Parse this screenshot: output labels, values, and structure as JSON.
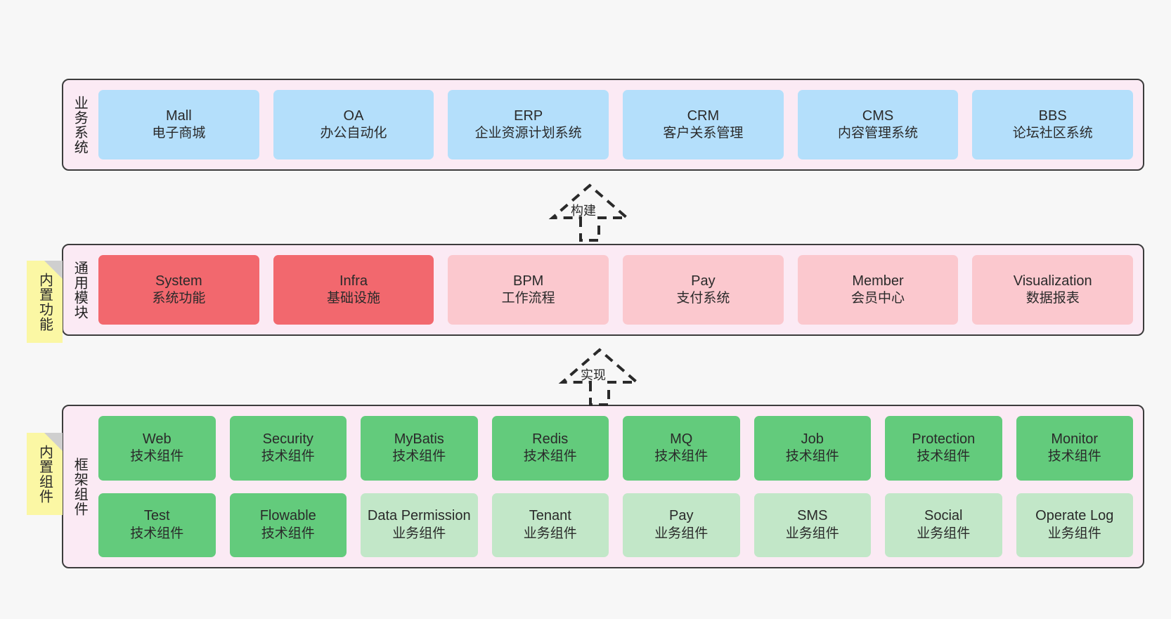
{
  "diagram": {
    "background_color": "#f7f7f7",
    "layer_fill": "#fbeaf4",
    "layer_border": "#3c3c3c",
    "sticky_color": "#fbf7a4",
    "colors": {
      "blue": "#b4dffb",
      "red": "#f2686e",
      "pink": "#fbc8ce",
      "green": "#63cb7c",
      "light_green": "#c2e7c8"
    }
  },
  "layers": [
    {
      "caption": "业务系统",
      "rows": [
        [
          {
            "title": "Mall",
            "sub": "电子商城",
            "color": "blue"
          },
          {
            "title": "OA",
            "sub": "办公自动化",
            "color": "blue"
          },
          {
            "title": "ERP",
            "sub": "企业资源计划系统",
            "color": "blue"
          },
          {
            "title": "CRM",
            "sub": "客户关系管理",
            "color": "blue"
          },
          {
            "title": "CMS",
            "sub": "内容管理系统",
            "color": "blue"
          },
          {
            "title": "BBS",
            "sub": "论坛社区系统",
            "color": "blue"
          }
        ]
      ]
    },
    {
      "caption": "通用模块",
      "sticky": "内置功能",
      "rows": [
        [
          {
            "title": "System",
            "sub": "系统功能",
            "color": "red"
          },
          {
            "title": "Infra",
            "sub": "基础设施",
            "color": "red"
          },
          {
            "title": "BPM",
            "sub": "工作流程",
            "color": "pink"
          },
          {
            "title": "Pay",
            "sub": "支付系统",
            "color": "pink"
          },
          {
            "title": "Member",
            "sub": "会员中心",
            "color": "pink"
          },
          {
            "title": "Visualization",
            "sub": "数据报表",
            "color": "pink"
          }
        ]
      ]
    },
    {
      "caption": "框架组件",
      "sticky": "内置组件",
      "rows": [
        [
          {
            "title": "Web",
            "sub": "技术组件",
            "color": "green"
          },
          {
            "title": "Security",
            "sub": "技术组件",
            "color": "green"
          },
          {
            "title": "MyBatis",
            "sub": "技术组件",
            "color": "green"
          },
          {
            "title": "Redis",
            "sub": "技术组件",
            "color": "green"
          },
          {
            "title": "MQ",
            "sub": "技术组件",
            "color": "green"
          },
          {
            "title": "Job",
            "sub": "技术组件",
            "color": "green"
          },
          {
            "title": "Protection",
            "sub": "技术组件",
            "color": "green"
          },
          {
            "title": "Monitor",
            "sub": "技术组件",
            "color": "green"
          }
        ],
        [
          {
            "title": "Test",
            "sub": "技术组件",
            "color": "green"
          },
          {
            "title": "Flowable",
            "sub": "技术组件",
            "color": "green"
          },
          {
            "title": "Data Permission",
            "sub": "业务组件",
            "color": "light_green",
            "wrap": true
          },
          {
            "title": "Tenant",
            "sub": "业务组件",
            "color": "light_green"
          },
          {
            "title": "Pay",
            "sub": "业务组件",
            "color": "light_green"
          },
          {
            "title": "SMS",
            "sub": "业务组件",
            "color": "light_green"
          },
          {
            "title": "Social",
            "sub": "业务组件",
            "color": "light_green"
          },
          {
            "title": "Operate Log",
            "sub": "业务组件",
            "color": "light_green"
          }
        ]
      ]
    }
  ],
  "arrows": [
    {
      "label": "构建"
    },
    {
      "label": "实现"
    }
  ]
}
